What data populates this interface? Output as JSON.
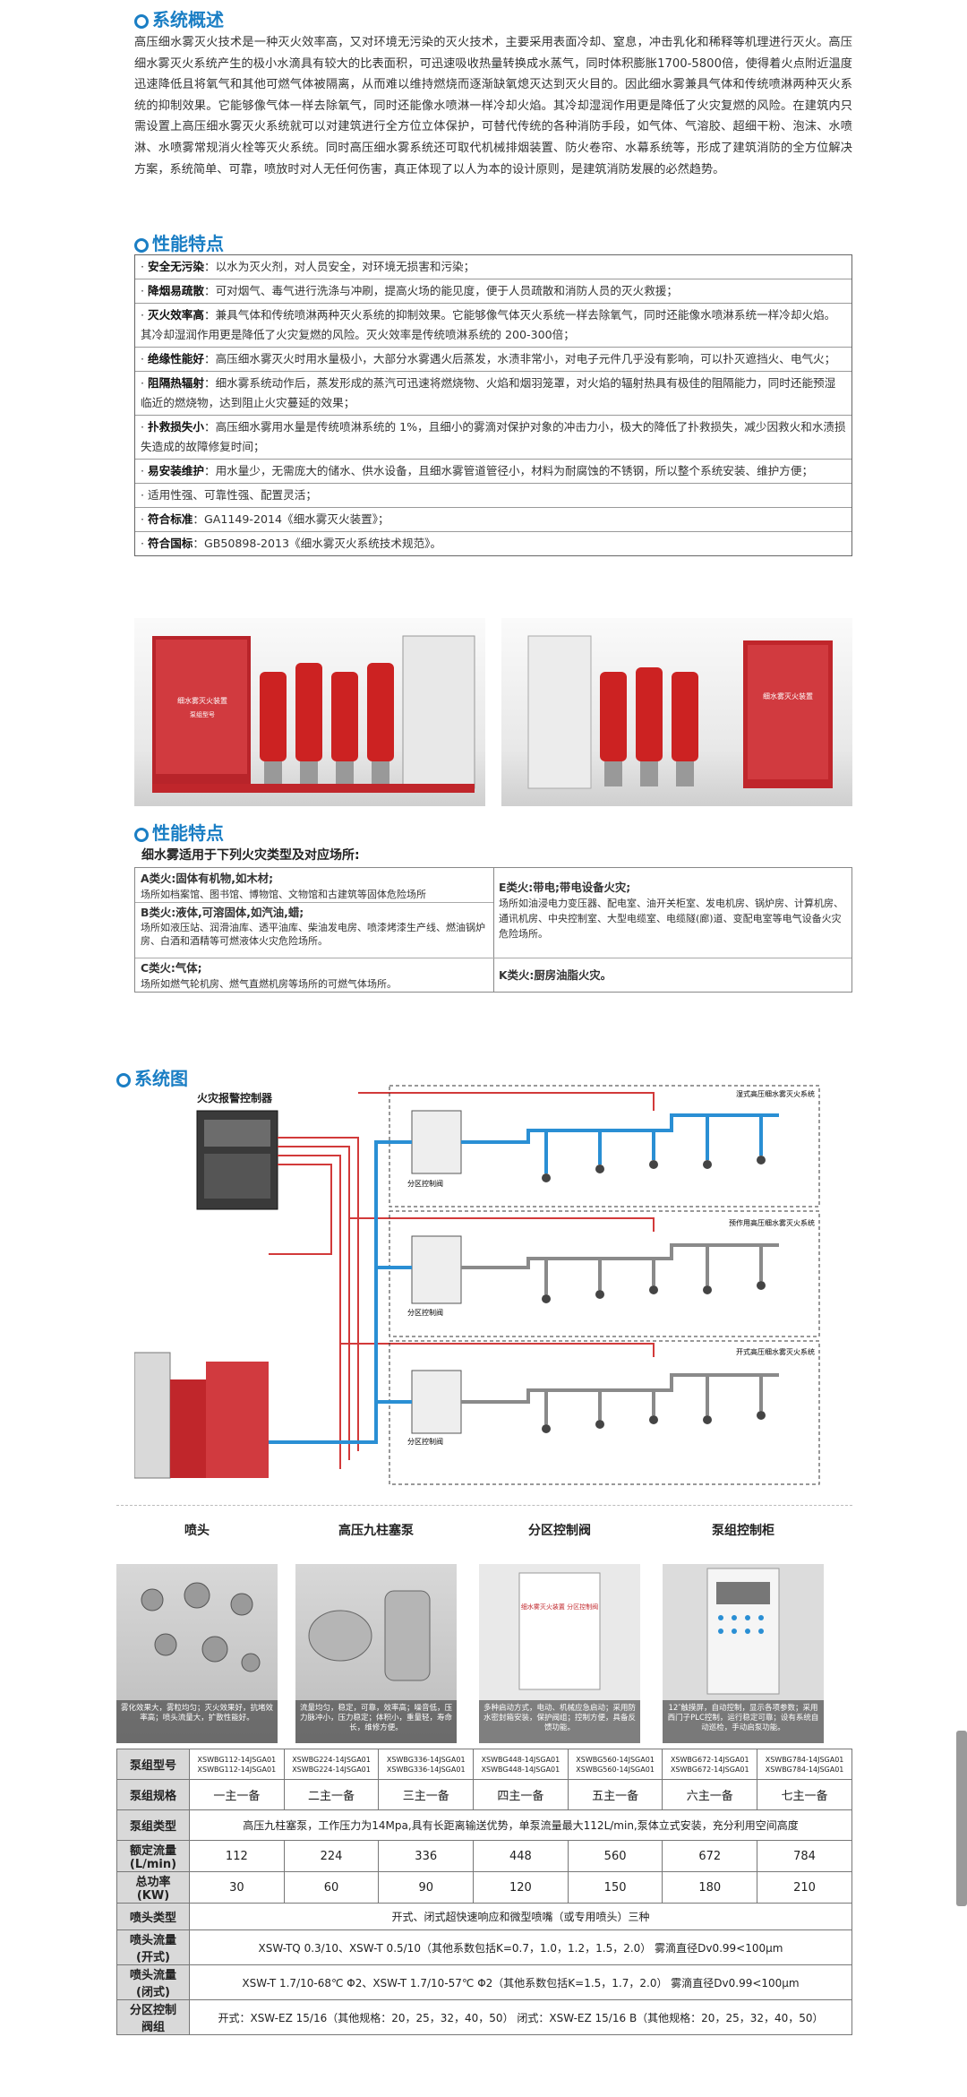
{
  "section1": {
    "title": "系统概述"
  },
  "overview_paragraph": "高压细水雾灭火技术是一种灭火效率高，又对环境无污染的灭火技术，主要采用表面冷却、窒息，冲击乳化和稀释等机理进行灭火。高压细水雾灭火系统产生的极小水滴具有较大的比表面积，可迅速吸收热量转换成水蒸气，同时体积膨胀1700-5800倍，使得着火点附近温度迅速降低且将氧气和其他可燃气体被隔离，从而难以维持燃烧而逐渐缺氧熄灭达到灭火目的。因此细水雾兼具气体和传统喷淋两种灭火系统的抑制效果。它能够像气体一样去除氧气，同时还能像水喷淋一样冷却火焰。其冷却湿润作用更是降低了火灾复燃的风险。在建筑内只需设置上高压细水雾灭火系统就可以对建筑进行全方位立体保护，可替代传统的各种消防手段，如气体、气溶胶、超细干粉、泡沫、水喷淋、水喷雾常规消火栓等灭火系统。同时高压细水雾系统还可取代机械排烟装置、防火卷帘、水幕系统等，形成了建筑消防的全方位解决方案，系统简单、可靠，喷放时对人无任何伤害，真正体现了以人为本的设计原则，是建筑消防发展的必然趋势。",
  "section2": {
    "title": "性能特点"
  },
  "features": [
    {
      "label": "安全无污染",
      "text": "：以水为灭火剂，对人员安全，对环境无损害和污染；"
    },
    {
      "label": "降烟易疏散",
      "text": "：可对烟气、毒气进行洗涤与冲刷，提高火场的能见度，便于人员疏散和消防人员的灭火救援；"
    },
    {
      "label": "灭火效率高",
      "text": "：兼具气体和传统喷淋两种灭火系统的抑制效果。它能够像气体灭火系统一样去除氧气，同时还能像水喷淋系统一样冷却火焰。其冷却湿润作用更是降低了火灾复燃的风险。灭火效率是传统喷淋系统的 200-300倍；"
    },
    {
      "label": "绝缘性能好",
      "text": "：高压细水雾灭火时用水量极小，大部分水雾遇火后蒸发，水渍非常小，对电子元件几乎没有影响，可以扑灭遮挡火、电气火；"
    },
    {
      "label": "阻隔热辐射",
      "text": "：细水雾系统动作后，蒸发形成的蒸汽可迅速将燃烧物、火焰和烟羽笼罩，对火焰的辐射热具有极佳的阻隔能力，同时还能预湿临近的燃烧物，达到阻止火灾蔓延的效果；"
    },
    {
      "label": "扑救损失小",
      "text": "：高压细水雾用水量是传统喷淋系统的 1%，且细小的雾滴对保护对象的冲击力小，极大的降低了扑救损失，减少因救火和水渍损失造成的故障修复时间；"
    },
    {
      "label": "易安装维护",
      "text": "：用水量少，无需庞大的储水、供水设备，且细水雾管道管径小，材料为耐腐蚀的不锈钢，所以整个系统安装、维护方便；"
    },
    {
      "label": "",
      "text": "适用性强、可靠性强、配置灵活；"
    },
    {
      "label": "符合标准",
      "text": "：GA1149-2014《细水雾灭火装置》；"
    },
    {
      "label": "符合国标",
      "text": "：GB50898-2013《细水雾灭火系统技术规范》。"
    }
  ],
  "photo1": {
    "box_line1": "细水雾灭火装置",
    "box_line2": "泵组型号"
  },
  "photo2": {
    "box_line1": "细水雾灭火装置"
  },
  "section3": {
    "title": "性能特点"
  },
  "fire_types": {
    "heading": "细水雾适用于下列火灾类型及对应场所:",
    "a_title": "A类火:固体有机物,如木材;",
    "a_desc": "场所如档案馆、图书馆、博物馆、文物馆和古建筑等固体危险场所",
    "b_title": "B类火:液体,可溶固体,如汽油,蜡;",
    "b_desc": "场所如液压站、润滑油库、透平油库、柴油发电房、喷漆烤漆生产线、燃油锅炉房、白酒和酒精等可燃液体火灾危险场所。",
    "c_title": "C类火:气体;",
    "c_desc": "场所如燃气轮机房、燃气直燃机房等场所的可燃气体场所。",
    "e_title": "E类火:带电;带电设备火灾;",
    "e_desc": "场所如油浸电力变压器、配电室、油开关柜室、发电机房、锅炉房、计算机房、通讯机房、中央控制室、大型电缆室、电缆隧(廊)道、变配电室等电气设备火灾危险场所。",
    "k_title": "K类火:厨房油脂火灾。"
  },
  "section4": {
    "title": "系统图"
  },
  "diagram": {
    "controller_label": "火灾报警控制器",
    "system1": "湿式高压细水雾灭火系统",
    "system2": "预作用高压细水雾灭火系统",
    "system3": "开式高压细水雾灭火系统",
    "zone_valve": "分区控制阀"
  },
  "products": [
    {
      "name": "喷头",
      "caption": "雾化效果大，雾粒均匀；灭火效果好，抗堵效率高；喷头流量大，扩散性能好。"
    },
    {
      "name": "高压九柱塞泵",
      "caption": "流量均匀，稳定，可靠，效率高；噪音低，压力脉冲小，压力稳定；体积小，重量轻，寿命长，维修方便。"
    },
    {
      "name": "分区控制阀",
      "caption": "多种启动方式，电动、机械应急启动；采用防水密封箱安装，保护阀组；控制方便，具备反馈功能。",
      "box_text": "细水雾灭火装置 分区控制阀"
    },
    {
      "name": "泵组控制柜",
      "caption": "12″触摸屏，自动控制，显示各项参数；采用西门子PLC控制，运行稳定可靠；设有系统自动巡检，手动启泵功能。"
    }
  ],
  "spec_table": {
    "rows": [
      {
        "header": "泵组型号",
        "cells": [
          "XSWBG112-14JSGA01\nXSWBG112-14JSGA01",
          "XSWBG224-14JSGA01\nXSWBG224-14JSGA01",
          "XSWBG336-14JSGA01\nXSWBG336-14JSGA01",
          "XSWBG448-14JSGA01\nXSWBG448-14JSGA01",
          "XSWBG560-14JSGA01\nXSWBG560-14JSGA01",
          "XSWBG672-14JSGA01\nXSWBG672-14JSGA01",
          "XSWBG784-14JSGA01\nXSWBG784-14JSGA01"
        ]
      },
      {
        "header": "泵组规格",
        "cells": [
          "一主一备",
          "二主一备",
          "三主一备",
          "四主一备",
          "五主一备",
          "六主一备",
          "七主一备"
        ]
      },
      {
        "header": "泵组类型",
        "span": "高压九柱塞泵，工作压力为14Mpa,具有长距离输送优势，单泵流量最大112L/min,泵体立式安装，充分利用空间高度"
      },
      {
        "header": "额定流量\n(L/min)",
        "cells": [
          "112",
          "224",
          "336",
          "448",
          "560",
          "672",
          "784"
        ]
      },
      {
        "header": "总功率\n(KW)",
        "cells": [
          "30",
          "60",
          "90",
          "120",
          "150",
          "180",
          "210"
        ]
      },
      {
        "header": "喷头类型",
        "span": "开式、闭式超快速响应和微型喷嘴（或专用喷头）三种"
      },
      {
        "header": "喷头流量\n(开式)",
        "span": "XSW-TQ  0.3/10、XSW-T 0.5/10（其他系数包括K=0.7，1.0，1.2，1.5，2.0）   雾滴直径Dv0.99<100μm"
      },
      {
        "header": "喷头流量\n(闭式)",
        "span": "XSW-T 1.7/10-68℃ Φ2、XSW-T 1.7/10-57℃ Φ2（其他系数包括K=1.5，1.7，2.0）    雾滴直径Dv0.99<100μm"
      },
      {
        "header": "分区控制\n阀组",
        "span": "开式：XSW-EZ 15/16（其他规格：20，25，32，40，50） 闭式：XSW-EZ 15/16 B（其他规格：20，25，32，40，50）"
      }
    ]
  },
  "colors": {
    "accent": "#1a7ec4",
    "pipe_red": "#d23a3a",
    "pipe_blue": "#2a8fd4",
    "pipe_gray": "#8a8a8a",
    "equip_red": "#c0262b"
  }
}
